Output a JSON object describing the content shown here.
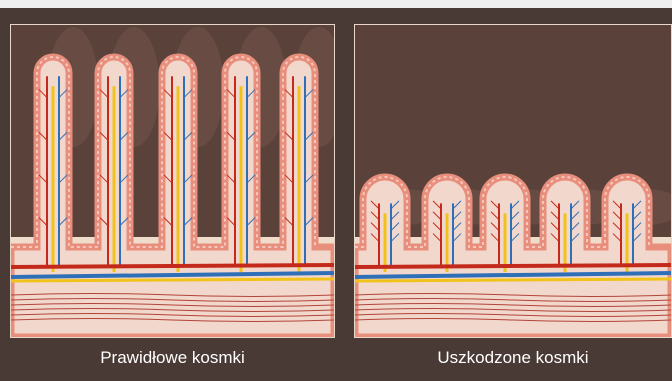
{
  "labels": {
    "left": "Prawidłowe kosmki",
    "right": "Uszkodzone kosmki"
  },
  "colors": {
    "background": "#4a3a35",
    "lumen": "#5a413a",
    "villus_fill": "#f2d8cc",
    "epithelium": "#e88e7c",
    "artery": "#c42a1c",
    "vein": "#2f6fb8",
    "lymph": "#f0c21a",
    "muscle": "#b2443a",
    "base_tissue": "#efdccb"
  },
  "icons": {
    "left": "healthy-villi-illustration",
    "right": "damaged-villi-illustration"
  }
}
